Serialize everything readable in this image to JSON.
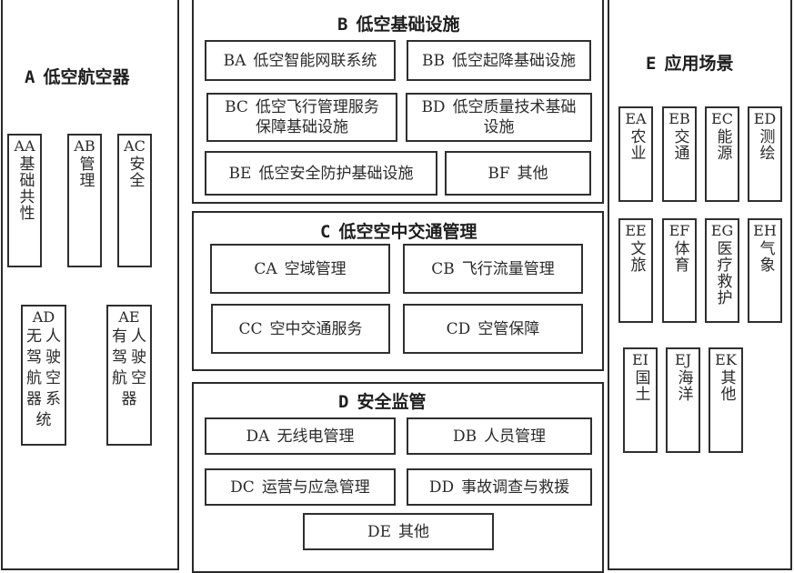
{
  "panels": {
    "A": {
      "code": "A",
      "title": "低空航空器",
      "items": [
        {
          "code": "AA",
          "label": "基础共性"
        },
        {
          "code": "AB",
          "label": "管理"
        },
        {
          "code": "AC",
          "label": "安全"
        },
        {
          "code": "AD",
          "label": "无人驾驶航空器系统"
        },
        {
          "code": "AE",
          "label": "有人驾驶航空器"
        }
      ]
    },
    "B": {
      "code": "B",
      "title": "低空基础设施",
      "items": [
        {
          "code": "BA",
          "label": "低空智能网联系统"
        },
        {
          "code": "BB",
          "label": "低空起降基础设施"
        },
        {
          "code": "BC",
          "label": "低空飞行管理服务",
          "label2": "保障基础设施"
        },
        {
          "code": "BD",
          "label": "低空质量技术基础",
          "label2": "设施"
        },
        {
          "code": "BE",
          "label": "低空安全防护基础设施"
        },
        {
          "code": "BF",
          "label": "其他"
        }
      ]
    },
    "C": {
      "code": "C",
      "title": "低空空中交通管理",
      "items": [
        {
          "code": "CA",
          "label": "空域管理"
        },
        {
          "code": "CB",
          "label": "飞行流量管理"
        },
        {
          "code": "CC",
          "label": "空中交通服务"
        },
        {
          "code": "CD",
          "label": "空管保障"
        }
      ]
    },
    "D": {
      "code": "D",
      "title": "安全监管",
      "items": [
        {
          "code": "DA",
          "label": "无线电管理"
        },
        {
          "code": "DB",
          "label": "人员管理"
        },
        {
          "code": "DC",
          "label": "运营与应急管理"
        },
        {
          "code": "DD",
          "label": "事故调查与救援"
        },
        {
          "code": "DE",
          "label": "其他"
        }
      ]
    },
    "E": {
      "code": "E",
      "title": "应用场景",
      "items": [
        {
          "code": "EA",
          "label": "农业"
        },
        {
          "code": "EB",
          "label": "交通"
        },
        {
          "code": "EC",
          "label": "能源"
        },
        {
          "code": "ED",
          "label": "测绘"
        },
        {
          "code": "EE",
          "label": "文旅"
        },
        {
          "code": "EF",
          "label": "体育"
        },
        {
          "code": "EG",
          "label": "医疗救护"
        },
        {
          "code": "EH",
          "label": "气象"
        },
        {
          "code": "EI",
          "label": "国土"
        },
        {
          "code": "EJ",
          "label": "海洋"
        },
        {
          "code": "EK",
          "label": "其他"
        }
      ]
    }
  }
}
